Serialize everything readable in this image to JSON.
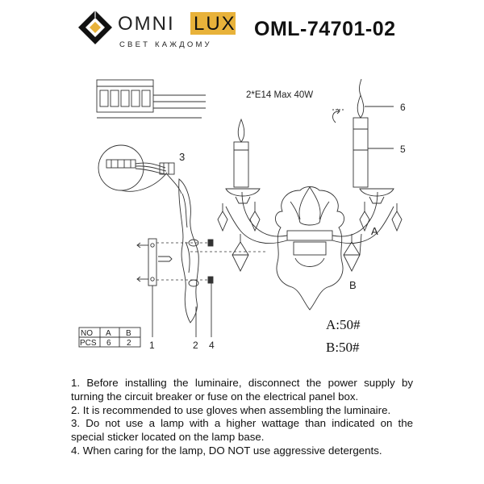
{
  "brand": {
    "name_part1": "OMNI",
    "name_part2": "LUX",
    "tagline": "СВЕТ КАЖДОМУ",
    "accent_color": "#e8b23a"
  },
  "model": "OML-74701-02",
  "drawing": {
    "lamp_spec": "2*E14 Max 40W",
    "callouts": {
      "c1": "1",
      "c2": "2",
      "c3": "3",
      "c4": "4",
      "c5": "5",
      "c6": "6",
      "a": "A",
      "b": "B"
    },
    "crystal_notes": {
      "a": "A:50#",
      "b": "B:50#"
    },
    "parts_table": {
      "headers": [
        "NO",
        "A",
        "B"
      ],
      "row_label": "PCS",
      "values": [
        "6",
        "2"
      ]
    }
  },
  "instructions": [
    "1. Before installing the luminaire, disconnect the power supply by turning the circuit breaker or fuse on the electrical panel box.",
    "2. It is recommended to use gloves when assembling the luminaire.",
    "3. Do not use a lamp with a higher wattage than indicated on the special sticker located on the lamp base.",
    "4. When caring for the lamp, DO NOT use aggressive detergents."
  ]
}
